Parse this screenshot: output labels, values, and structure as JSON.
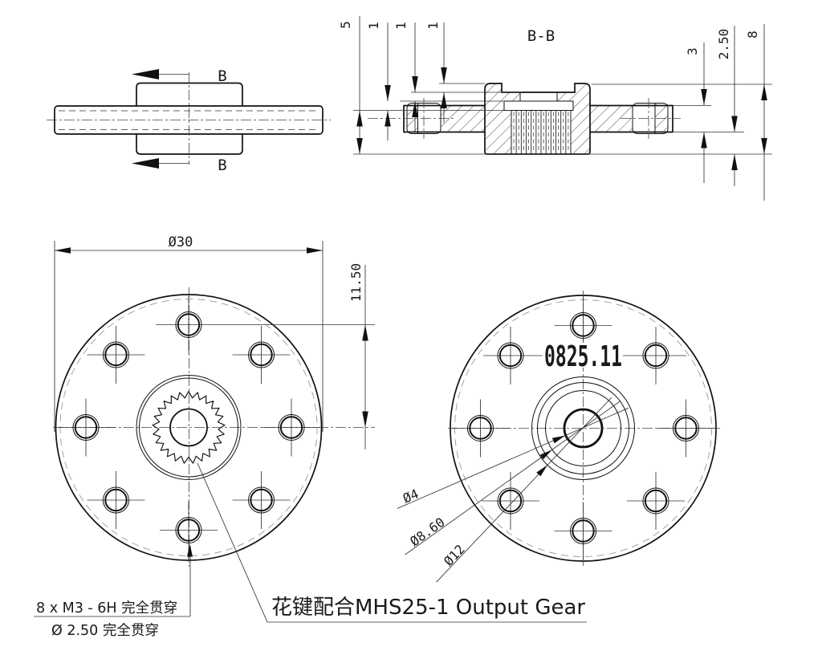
{
  "section_view": {
    "label": "B-B",
    "cut_label": "B",
    "dims": {
      "hub_height": "5",
      "step_a": "1",
      "step_b": "1",
      "step_c": "1",
      "plate_thickness": "3",
      "boss_height": "2.50",
      "total_height": "8"
    }
  },
  "front_left": {
    "outer_diameter": "Ø30",
    "bolt_circle_radius": "11.50",
    "hole_note_line1": "8 x M3 - 6H 完全贯穿",
    "hole_note_line2": "Ø 2.50 完全贯穿"
  },
  "front_right": {
    "marking": "0825.11",
    "bore_dia": "Ø4",
    "counterbore_dia": "Ø8.60",
    "hub_dia": "Ø12"
  },
  "spline_note": "花键配合MHS25-1 Output Gear",
  "colors": {
    "line": "#111111",
    "centerline": "#444444",
    "phantom": "#999999",
    "background": "#ffffff"
  }
}
